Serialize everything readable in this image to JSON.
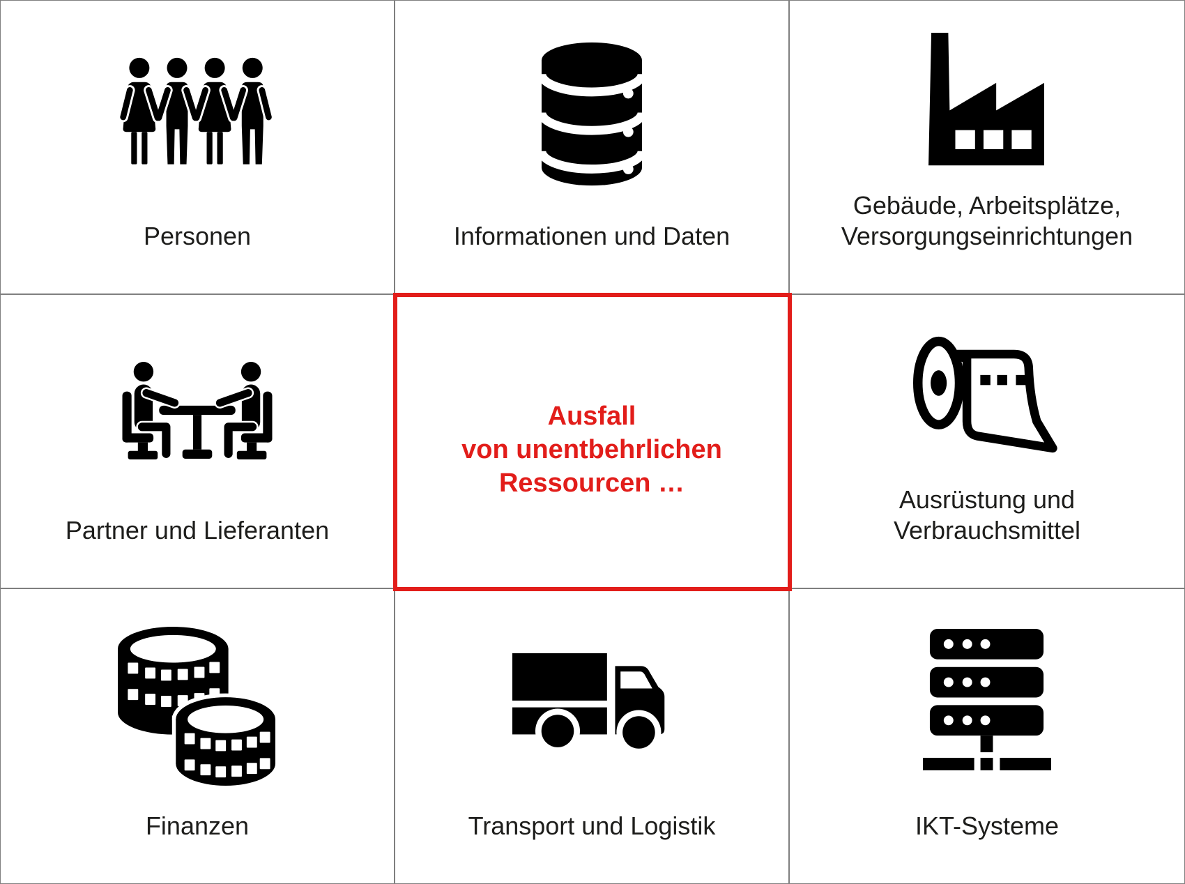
{
  "diagram": {
    "title_visible": false,
    "colors": {
      "accent_red": "#e21d1a",
      "grid_line": "#7f7f7f",
      "icon_black": "#000000",
      "label_text": "#1d1d1b",
      "background": "#ffffff"
    },
    "cells": [
      {
        "label": "Personen",
        "icon": "people-group"
      },
      {
        "label": "Informationen und Daten",
        "icon": "database"
      },
      {
        "label": [
          "Gebäude, Arbeitsplätze,",
          "Versorgungseinrichtungen"
        ],
        "icon": "factory"
      },
      {
        "label": "Partner und Lieferanten",
        "icon": "meeting-table"
      },
      {
        "label": [
          "Ausfall",
          "von unentbehrlichen",
          "Ressourcen …"
        ],
        "icon": null,
        "highlighted": true
      },
      {
        "label": [
          "Ausrüstung und",
          "Verbrauchsmittel"
        ],
        "icon": "paper-roll"
      },
      {
        "label": "Finanzen",
        "icon": "coins"
      },
      {
        "label": "Transport und Logistik",
        "icon": "truck"
      },
      {
        "label": "IKT-Systeme",
        "icon": "server-rack"
      }
    ]
  }
}
